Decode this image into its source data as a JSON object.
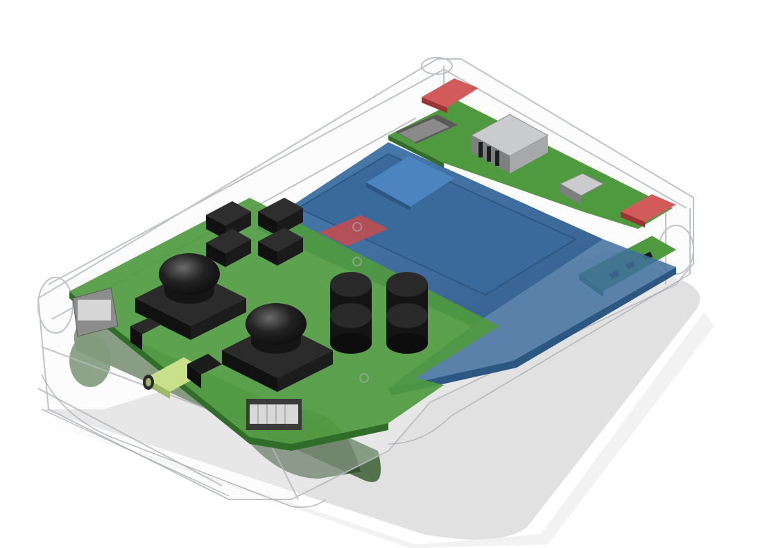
{
  "scene": {
    "subject": "handheld-console-cad-assembly",
    "palette": {
      "background": "#ffffff",
      "shadow": "#dcdcdc",
      "case_edge": "#b9bcc0",
      "pcb_green": "#4f9a3f",
      "pcb_green_dark": "#2f6d29",
      "display_blue": "#3f6f9e",
      "display_blue_dark": "#2d5783",
      "button_black": "#1c1c1c",
      "bumper_red": "#c84b4b",
      "connector_silver": "#b7b9bb",
      "jack_light_green": "#c8e08a"
    },
    "components": [
      "transparent-case",
      "main-pcb",
      "top-pcb",
      "side-pcb",
      "display-panel",
      "chip",
      "dpad",
      "left-analog-stick",
      "right-analog-stick",
      "face-buttons",
      "red-bumpers",
      "usb-a-port",
      "micro-usb-port",
      "sd-card-slot",
      "audio-jack",
      "switch",
      "speaker",
      "battery"
    ]
  }
}
